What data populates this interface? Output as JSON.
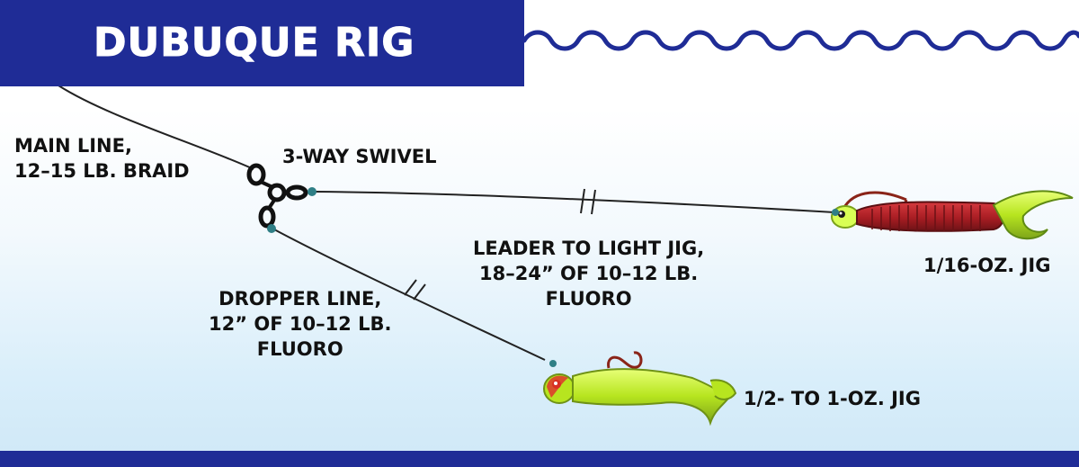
{
  "title": "DUBUQUE RIG",
  "labels": {
    "main_line": [
      "MAIN LINE,",
      "12–15 LB. BRAID"
    ],
    "swivel": "3-WAY SWIVEL",
    "leader": [
      "LEADER TO LIGHT JIG,",
      "18–24” OF 10–12 LB.",
      "FLUORO"
    ],
    "dropper": [
      "DROPPER LINE,",
      "12” OF 10–12 LB.",
      "FLUORO"
    ],
    "light_jig": "1/16-OZ. JIG",
    "heavy_jig": "1/2- TO 1-OZ. JIG"
  },
  "colors": {
    "banner": "#1f2c96",
    "wave": "#1f2c96",
    "line": "#222222",
    "swivel": "#111111",
    "knot": "#2f7f86",
    "red_worm": "#a81d23",
    "chartreuse": "#b7e51f",
    "jig_head": "#d9ff55",
    "hook": "#8a2418"
  }
}
